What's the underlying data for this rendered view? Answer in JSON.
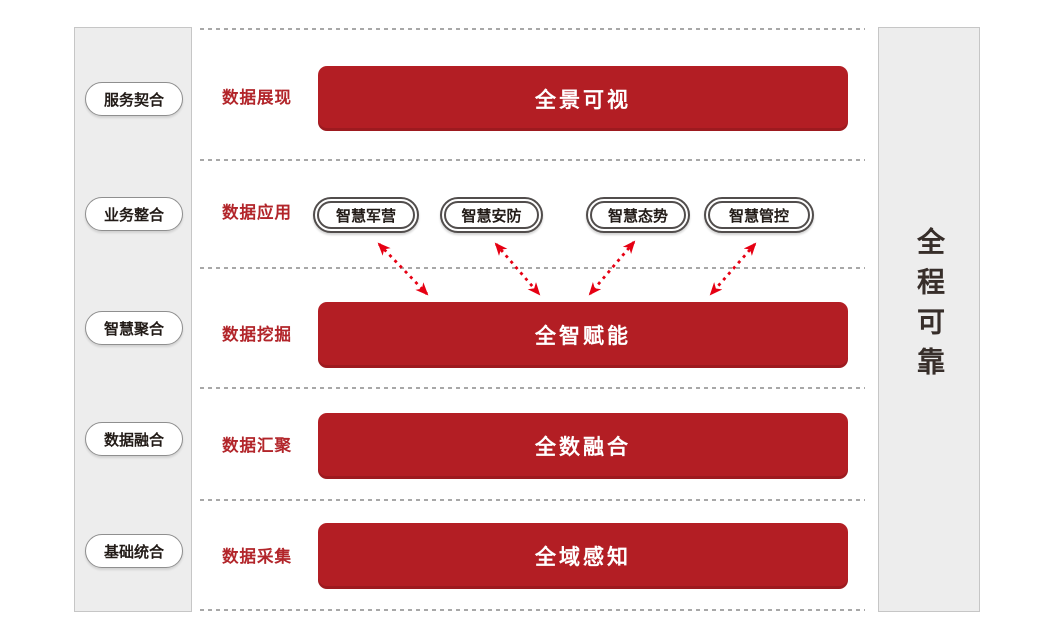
{
  "colors": {
    "bar_red": "#b31e24",
    "label_red": "#b2252a",
    "arrow_red": "#e60013",
    "bar_text": "#ffffff",
    "pill_text": "#221b17",
    "pill_border": "#514d4c",
    "side_pill_border": "#8f8f8f",
    "rail_bg": "#ededed",
    "rail_border": "#c6c6c6",
    "divider": "#a8a8a8",
    "vertical_text": "#372e2a"
  },
  "left_rail": {
    "items": [
      "服务契合",
      "业务整合",
      "智慧聚合",
      "数据融合",
      "基础统合"
    ]
  },
  "right_rail": {
    "label": "全程可靠"
  },
  "rows": [
    {
      "label": "数据展现",
      "bar": "全景可视"
    },
    {
      "label": "数据应用",
      "pills": [
        "智慧军营",
        "智慧安防",
        "智慧态势",
        "智慧管控"
      ]
    },
    {
      "label": "数据挖掘",
      "bar": "全智赋能"
    },
    {
      "label": "数据汇聚",
      "bar": "全数融合"
    },
    {
      "label": "数据采集",
      "bar": "全域感知"
    }
  ]
}
